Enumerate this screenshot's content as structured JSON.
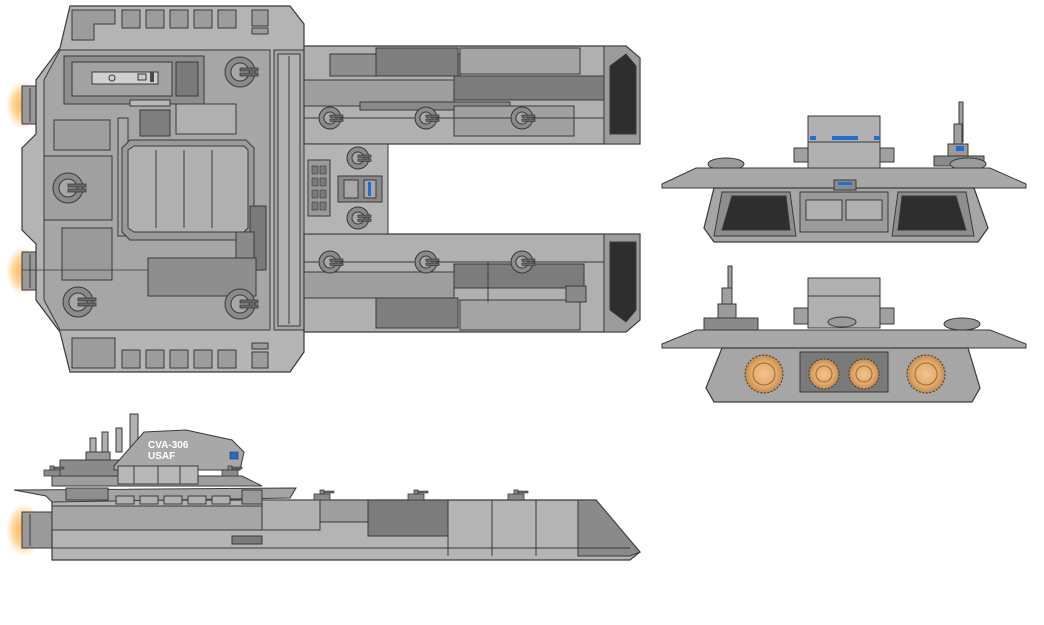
{
  "hull_markings": {
    "designation": "CVA-306",
    "service": "USAF"
  },
  "palette": {
    "outline": "#3a3a3a",
    "hull_light": "#b4b4b4",
    "hull_mid": "#9a9a9a",
    "hull_dark": "#7a7a7a",
    "hull_darker": "#5e5e5e",
    "window_dark": "#2e2e2e",
    "accent_blue": "#1e6fd0",
    "engine_glow": "#f0a040",
    "thruster_tan": "#e8b87a"
  },
  "views": [
    "top-view",
    "front-view",
    "rear-view",
    "side-view"
  ]
}
